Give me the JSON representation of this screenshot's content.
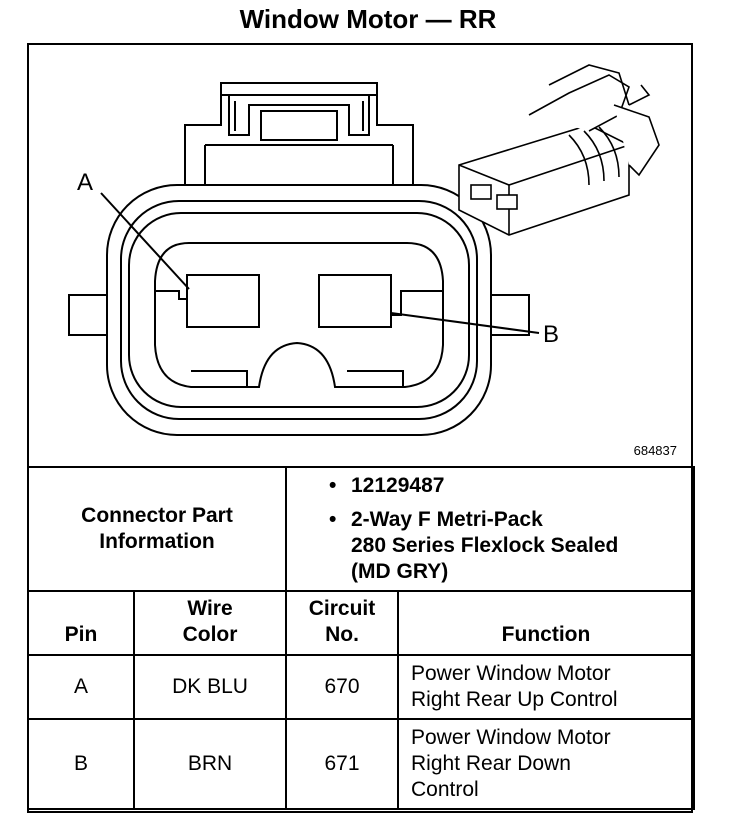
{
  "title": "Window Motor — RR",
  "diagram": {
    "figure_id": "684837",
    "pin_labels": [
      "A",
      "B"
    ],
    "icons": [
      "connector-face-icon",
      "connector-3d-icon"
    ]
  },
  "connector_info": {
    "label_line1": "Connector Part",
    "label_line2": "Information",
    "part_number": "12129487",
    "description_line1": "2-Way F Metri-Pack",
    "description_line2": "280 Series Flexlock Sealed",
    "description_line3": "(MD GRY)"
  },
  "table": {
    "headers": {
      "pin": "Pin",
      "wire_color_line1": "Wire",
      "wire_color_line2": "Color",
      "circuit_line1": "Circuit",
      "circuit_line2": "No.",
      "function": "Function"
    },
    "rows": [
      {
        "pin": "A",
        "wire_color": "DK BLU",
        "circuit": "670",
        "function_lines": [
          "Power Window Motor",
          "Right Rear Up Control"
        ]
      },
      {
        "pin": "B",
        "wire_color": "BRN",
        "circuit": "671",
        "function_lines": [
          "Power Window Motor",
          "Right Rear Down",
          "Control"
        ]
      }
    ]
  }
}
